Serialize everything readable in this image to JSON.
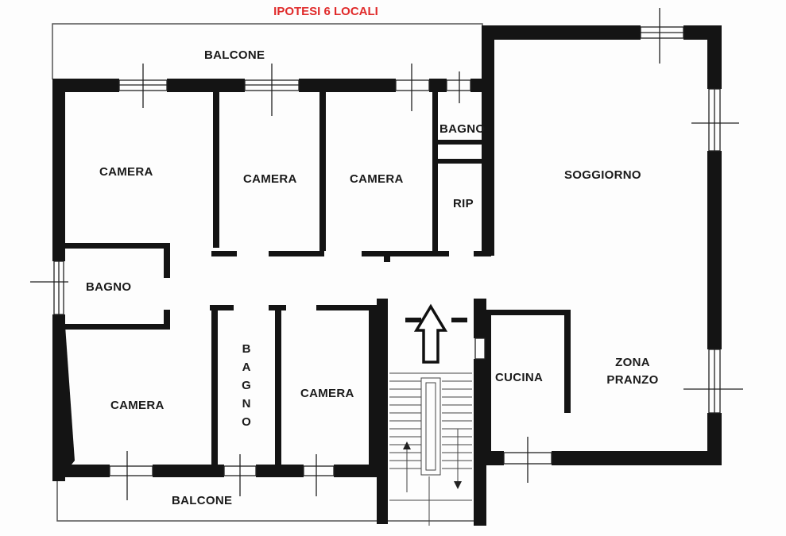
{
  "title": "IPOTESI 6 LOCALI",
  "rooms": {
    "balcone_top": "BALCONE",
    "camera_1": "CAMERA",
    "camera_2": "CAMERA",
    "camera_3": "CAMERA",
    "bagno_top": "BAGNO",
    "rip": "RIP",
    "soggiorno": "SOGGIORNO",
    "bagno_left": "BAGNO",
    "bagno_vertical": "BAGNO",
    "camera_4": "CAMERA",
    "camera_5": "CAMERA",
    "cucina": "CUCINA",
    "zona_pranzo_line1": "ZONA",
    "zona_pranzo_line2": "PRANZO",
    "balcone_bottom": "BALCONE"
  },
  "colors": {
    "wall": "#141414",
    "title": "#e02a2a",
    "background": "#fdfdfd"
  },
  "icons": {
    "entrance": "up-arrow-icon"
  }
}
